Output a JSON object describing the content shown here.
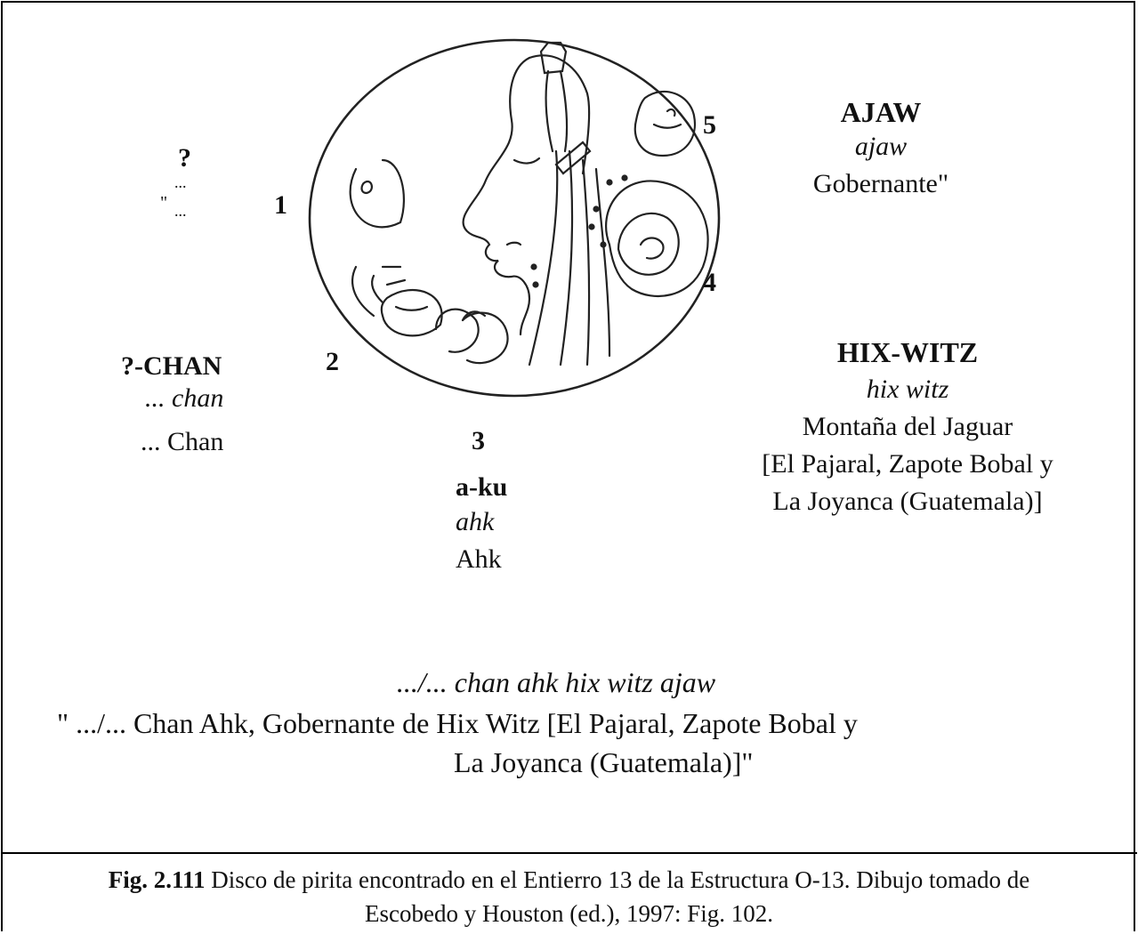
{
  "glyph1": {
    "number": "1",
    "logogram": "?",
    "quote_mark": "\"",
    "ellipsis_1": "...",
    "ellipsis_2": "..."
  },
  "glyph2": {
    "number": "2",
    "logogram": "?-CHAN",
    "transliteration": "... chan",
    "translation": "... Chan"
  },
  "glyph3": {
    "number": "3",
    "logogram": "a-ku",
    "transliteration": "ahk",
    "translation": "Ahk"
  },
  "glyph4": {
    "number": "4",
    "logogram": "HIX-WITZ",
    "transliteration": "hix witz",
    "translation_1": "Montaña del Jaguar",
    "translation_2": "[El Pajaral, Zapote Bobal y",
    "translation_3": "La Joyanca (Guatemala)]"
  },
  "glyph5": {
    "number": "5",
    "logogram": "AJAW",
    "transliteration": "ajaw",
    "translation": "Gobernante\""
  },
  "full_reading": {
    "transliteration": ".../... chan ahk hix witz ajaw",
    "translation_1": "\" .../... Chan Ahk, Gobernante de Hix Witz [El Pajaral, Zapote Bobal y",
    "translation_2": "La Joyanca (Guatemala)]\""
  },
  "caption": {
    "label": "Fig. 2.111",
    "text_1": " Disco de pirita encontrado en el Entierro 13 de la Estructura O-13. Dibujo tomado de",
    "text_2": "Escobedo y Houston (ed.), 1997: Fig. 102."
  }
}
